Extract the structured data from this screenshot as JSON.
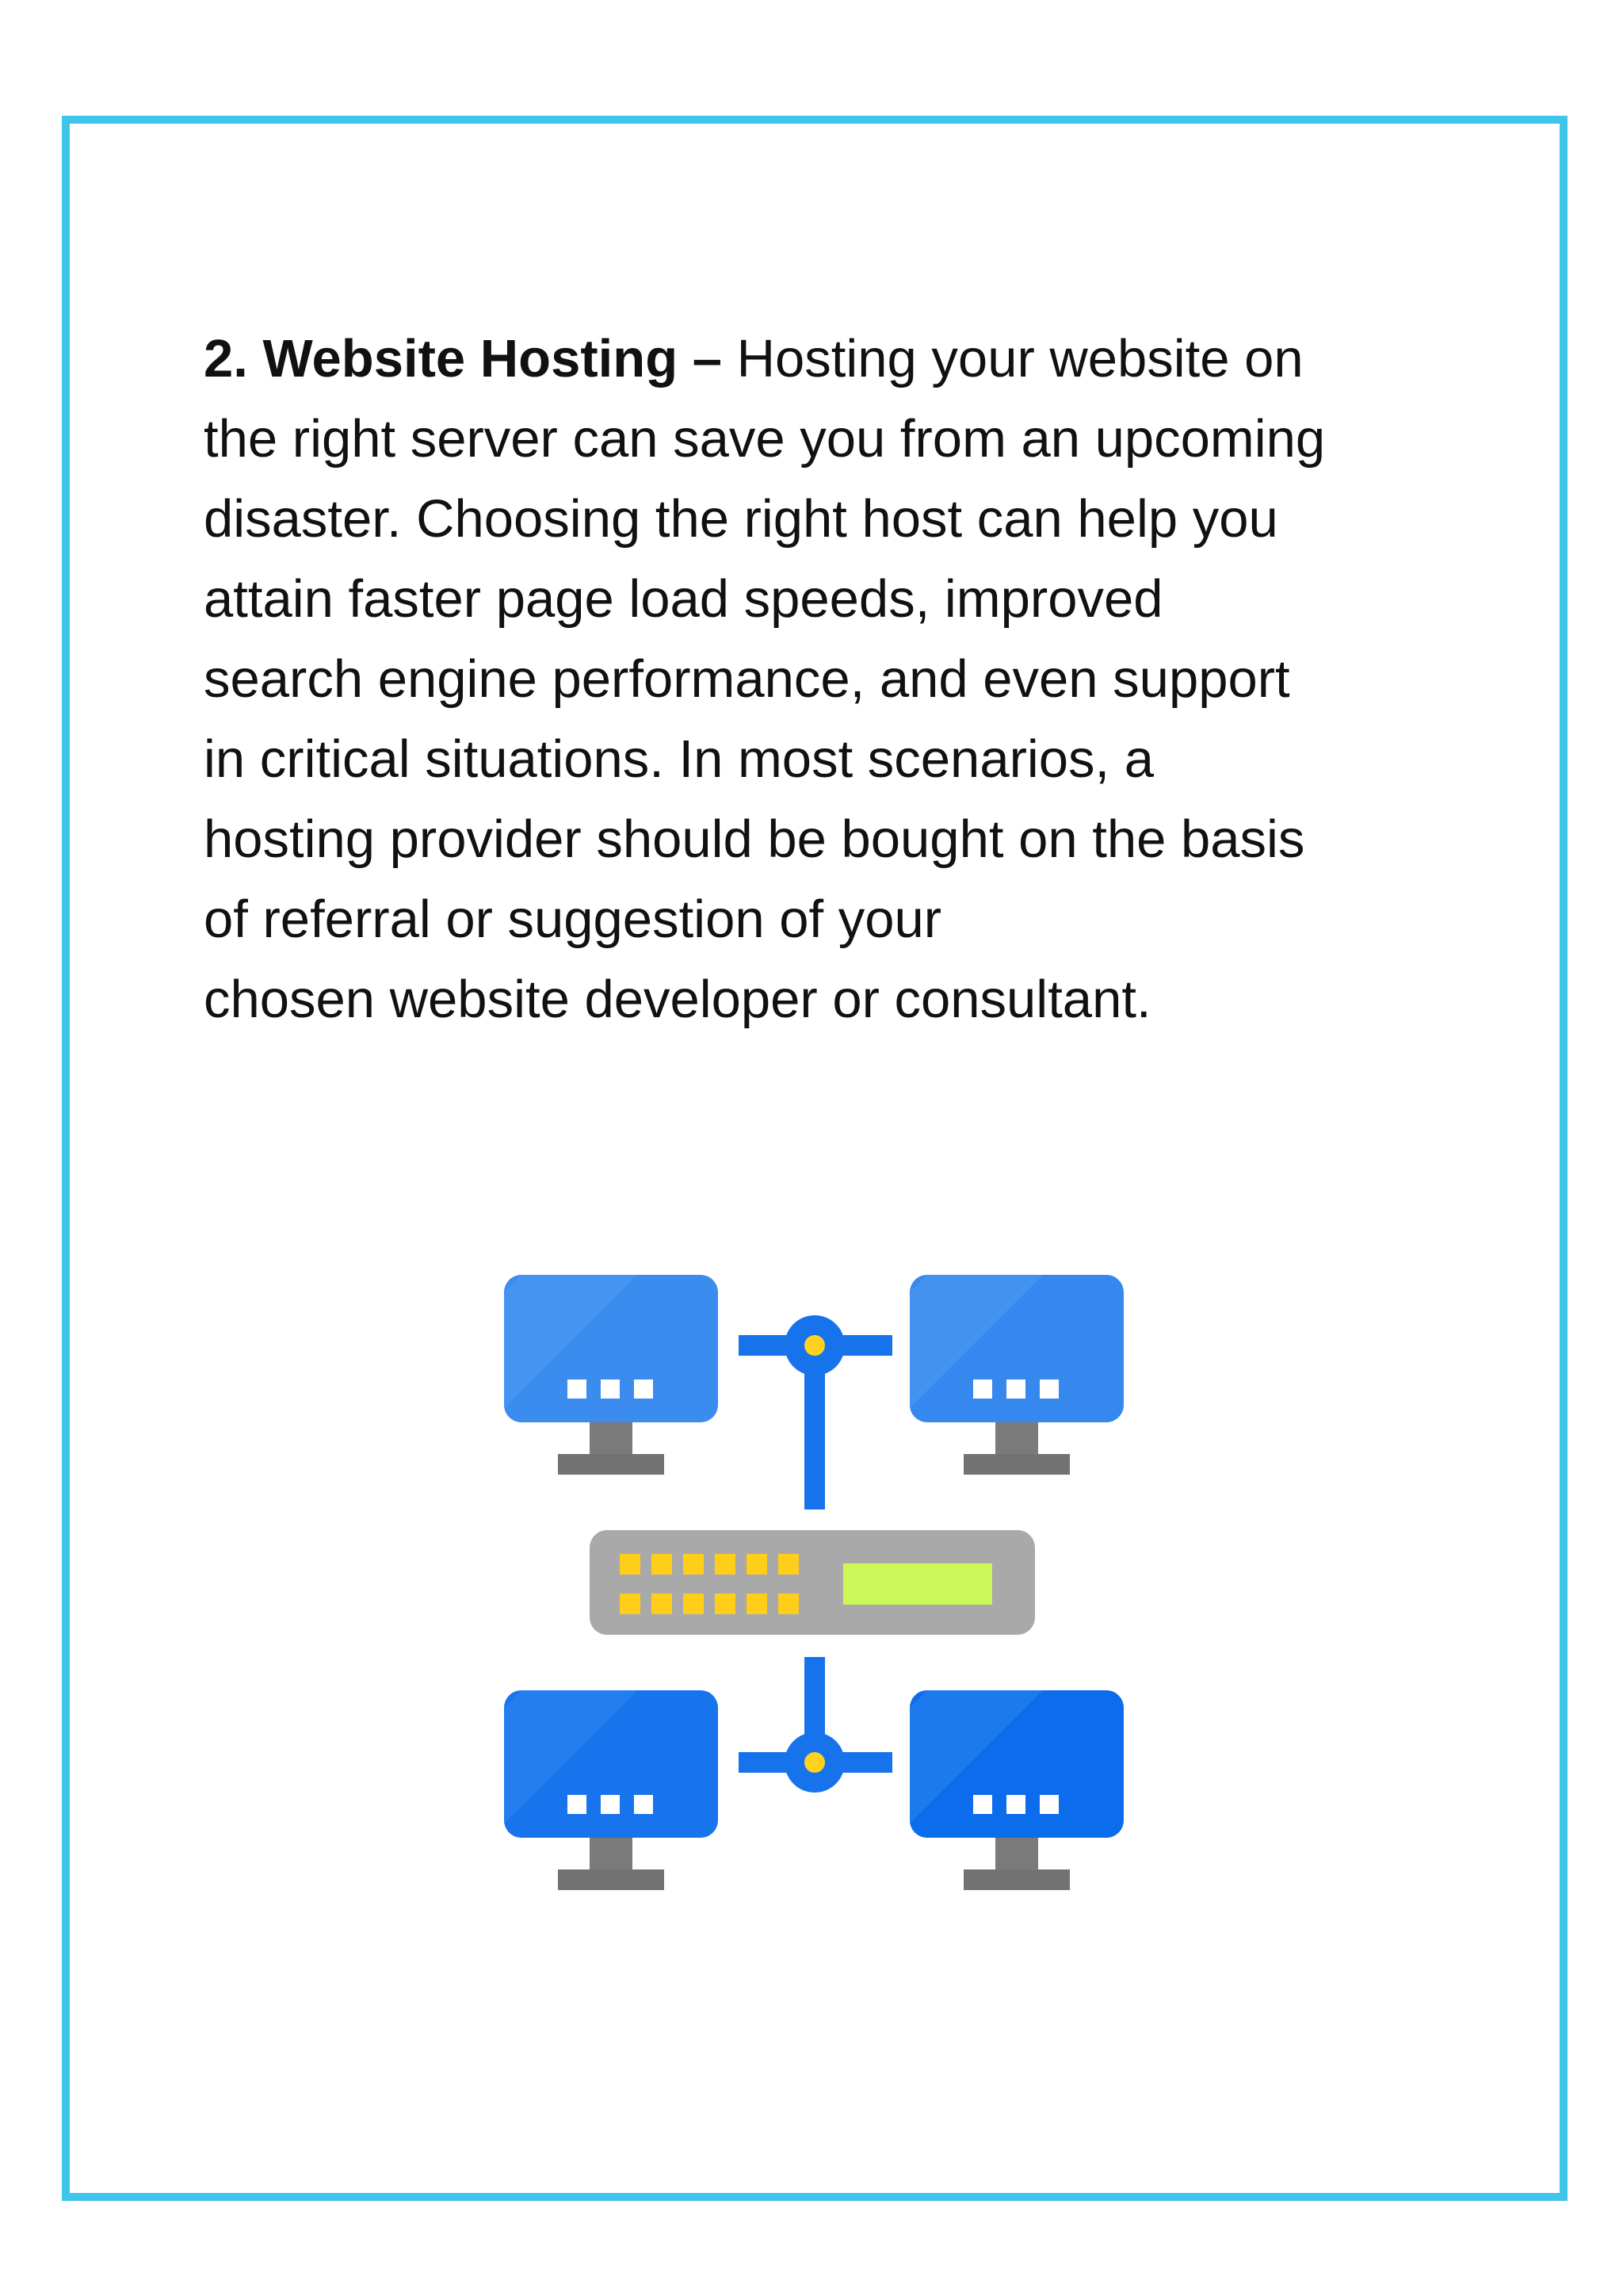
{
  "article": {
    "heading": "2. Website Hosting –",
    "lines": [
      "Hosting your website on",
      "the right server can save you from an upcoming",
      "disaster. Choosing the right host can help you",
      "attain faster page load speeds, improved",
      "search engine performance, and even support",
      "in critical situations. In most scenarios, a",
      "hosting provider should be bought on the basis",
      "of referral or suggestion of your",
      "chosen website developer or consultant."
    ]
  },
  "illustration": {
    "icon": "network-servers-icon",
    "colors": {
      "frame": "#3fc4ea",
      "monitor_top": "#4592f0",
      "monitor_bottom": "#0b6cec",
      "monitor_stand": "#727272",
      "connector": "#1773ec",
      "node_dot": "#ffd21f",
      "switch_body": "#a9a9a9",
      "switch_ports": "#ffce1a",
      "switch_display": "#ccf85a"
    }
  }
}
